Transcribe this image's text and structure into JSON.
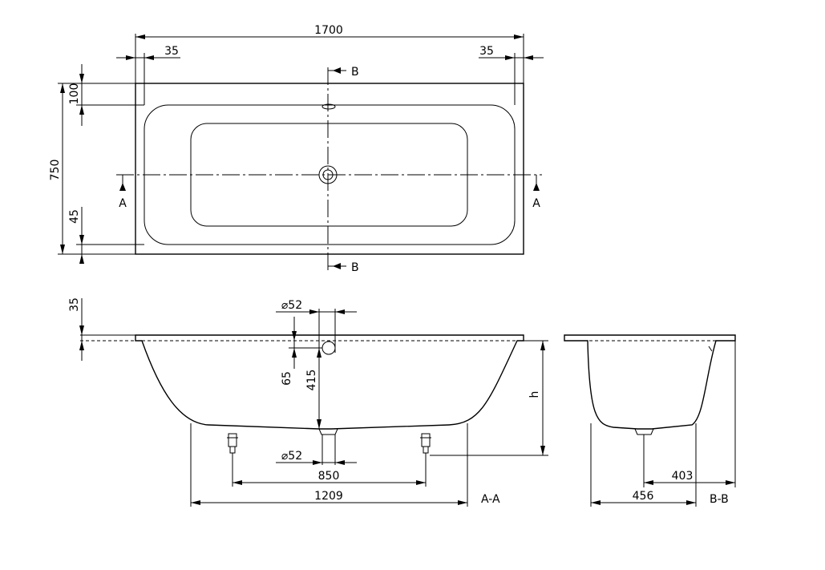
{
  "dimensions": {
    "overall_length": "1700",
    "rim_left": "35",
    "rim_right": "35",
    "end_wall": "100",
    "overall_width": "750",
    "side_wall": "45",
    "rim_height": "35",
    "overflow_diameter": "⌀52",
    "overflow_drop": "65",
    "overflow_to_waste": "415",
    "total_height": "h",
    "waste_diameter": "⌀52",
    "feet_spacing": "850",
    "bottom_length": "1209",
    "section_b_bottom": "456",
    "section_b_offset": "403"
  },
  "section_labels": {
    "a_left": "A",
    "a_right": "A",
    "b_top": "B",
    "b_bottom": "B",
    "section_aa": "A-A",
    "section_bb": "B-B"
  }
}
